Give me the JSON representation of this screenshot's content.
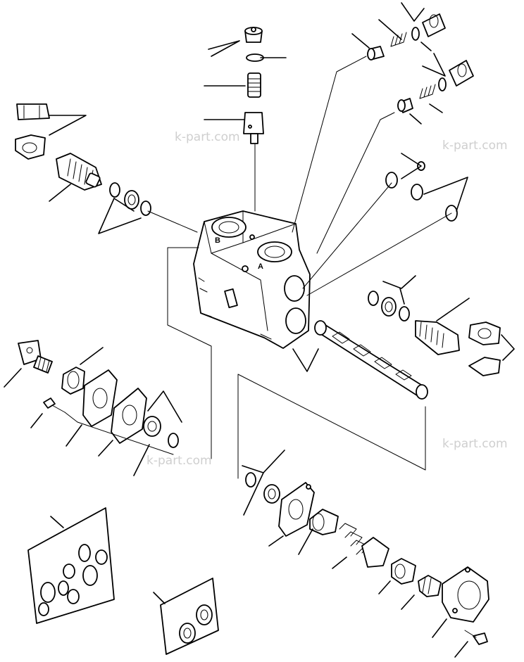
{
  "diagram": {
    "watermarks": [
      "k-part.com",
      "k-part.com",
      "k-part.com",
      "k-part.com"
    ],
    "port_labels": [
      "B",
      "A"
    ]
  }
}
